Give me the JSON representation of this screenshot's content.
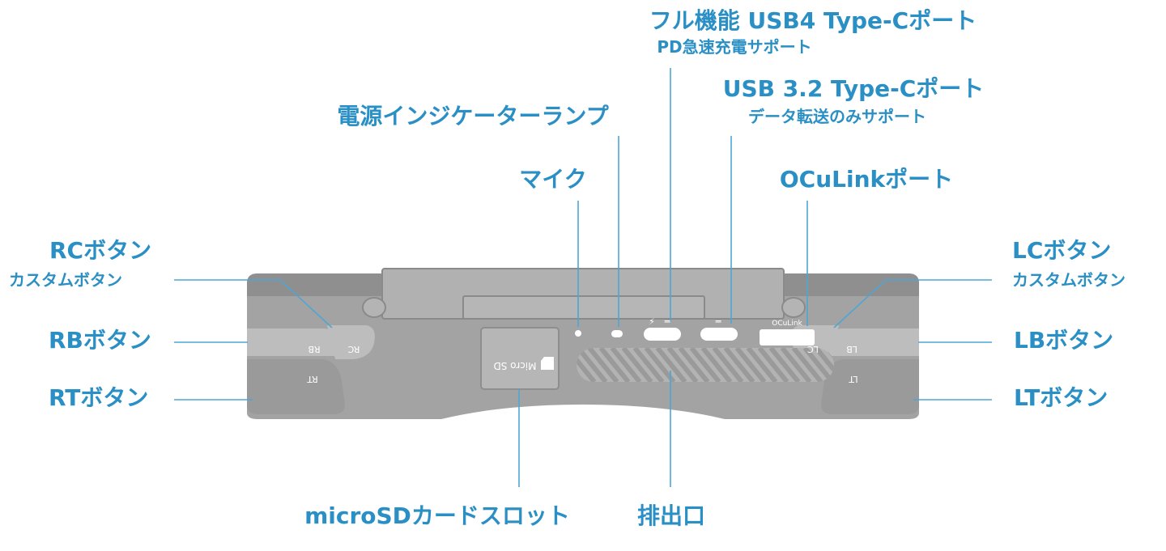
{
  "labels": {
    "usb4_title": "フル機能 USB4 Type-Cポート",
    "usb4_sub": "PD急速充電サポート",
    "usb32_title": "USB 3.2 Type-Cポート",
    "usb32_sub": "データ転送のみサポート",
    "power_lamp": "電源インジケーターランプ",
    "mic": "マイク",
    "oculink": "OCuLinkポート",
    "rc_title": "RCボタン",
    "rc_sub": "カスタムボタン",
    "lc_title": "LCボタン",
    "lc_sub": "カスタムボタン",
    "rb": "RBボタン",
    "lb": "LBボタン",
    "rt": "RTボタン",
    "lt": "LTボタン",
    "microsd": "microSDカードスロット",
    "exhaust": "排出口"
  },
  "device_text": {
    "rb": "RB",
    "rc": "RC",
    "rt": "RT",
    "lc": "LC",
    "lb": "LB",
    "lt": "LT",
    "microsd": "Micro SD",
    "oculink": "OCuLink",
    "bolt": "⚡",
    "usb_mark": "═"
  },
  "colors": {
    "label": "#2a8fc4",
    "leader": "#4ea6d4",
    "body": "#a3a3a3",
    "body_dark": "#8e8e8e",
    "body_light": "#b8b8b8",
    "port": "#ffffff"
  }
}
